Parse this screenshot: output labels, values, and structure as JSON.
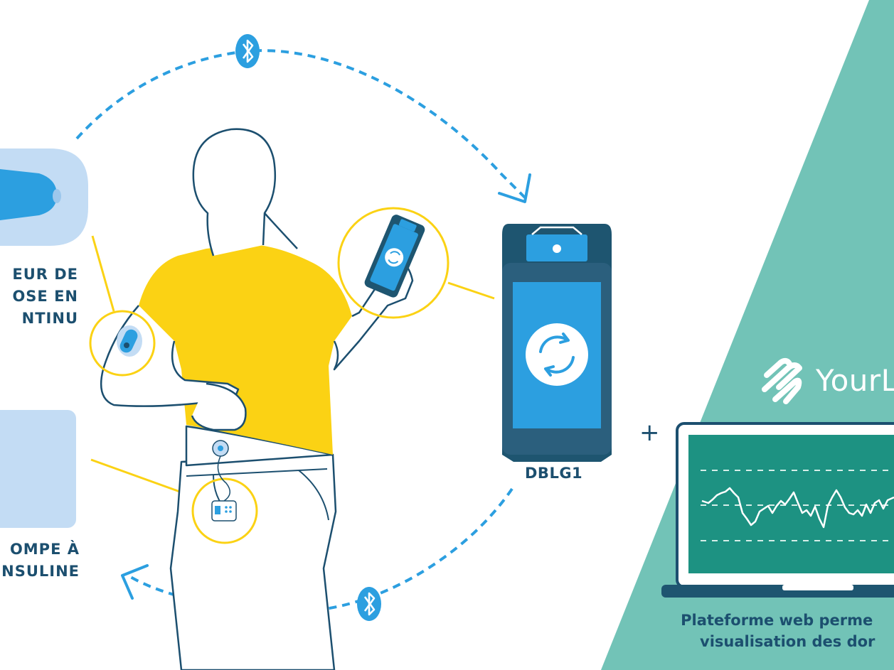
{
  "labels": {
    "sensor_line1": "EUR DE",
    "sensor_line2": "OSE EN",
    "sensor_line3": "NTINU",
    "pump_line1": "OMPE À",
    "pump_line2": "NSULINE",
    "device": "DBLG1",
    "plus": "+",
    "brand": "YourL",
    "platform_line1": "Plateforme web perme",
    "platform_line2": "visualisation des dor"
  },
  "icons": {
    "wireless_top": "bluetooth-icon",
    "wireless_bottom": "bluetooth-icon",
    "sync_large": "sync-icon",
    "sync_phone": "sync-icon",
    "brand_logo": "yourloops-logo-icon"
  },
  "colors": {
    "navy": "#1c4f6f",
    "bright_blue": "#2c9fe0",
    "light_blue": "#c3dcf4",
    "yellow": "#fbd214",
    "teal": "#72c3b7",
    "screen_green": "#1d9282",
    "device_dark": "#1e5570",
    "white": "#ffffff"
  }
}
